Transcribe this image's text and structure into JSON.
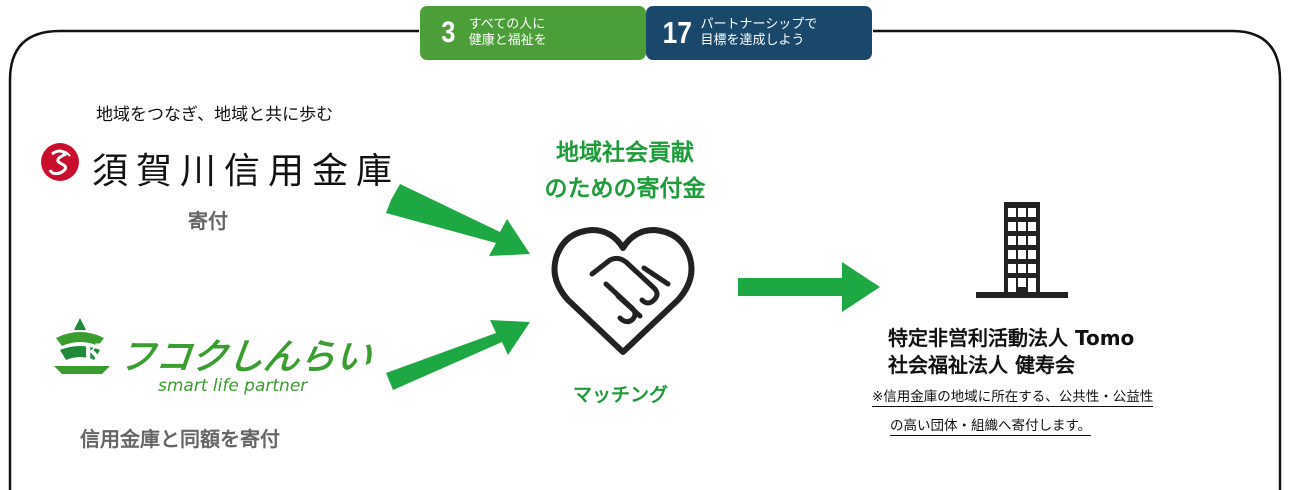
{
  "sdg_badges": [
    {
      "number": "3",
      "text_line1": "すべての人に",
      "text_line2": "健康と福祉を",
      "color": "#4c9f38"
    },
    {
      "number": "17",
      "text_line1": "パートナーシップで",
      "text_line2": "目標を達成しよう",
      "color": "#19486a"
    }
  ],
  "donor1": {
    "tagline": "地域をつなぎ、地域と共に歩む",
    "name": "須賀川信用金庫",
    "action": "寄付"
  },
  "donor2": {
    "name": "フコクしんらい",
    "subtitle": "smart life partner",
    "action": "信用金庫と同額を寄付"
  },
  "center": {
    "title_line1": "地域社会貢献",
    "title_line2": "のための寄付金",
    "icon": "handshake-heart-icon",
    "label": "マッチング"
  },
  "recipient": {
    "icon": "building-icon",
    "line1": "特定非営利活動法人 Tomo",
    "line2": "社会福祉法人 健寿会",
    "note_line1": "※信用金庫の地域に所在する、公共性・公益性",
    "note_line2": "の高い団体・組織へ寄付します。"
  },
  "colors": {
    "accent_green": "#1e9c3a",
    "arrow_green": "#1ea843",
    "logo_red": "#c8102e",
    "logo_green": "#3a9d2f"
  }
}
